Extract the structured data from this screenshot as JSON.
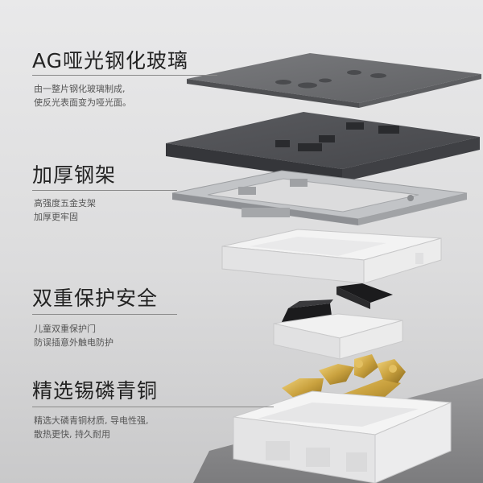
{
  "sections": [
    {
      "title": "AG哑光钢化玻璃",
      "desc": [
        "由一整片钢化玻璃制成,",
        "使反光表面变为哑光面。"
      ]
    },
    {
      "title": "加厚钢架",
      "desc": [
        "高强度五金支架",
        "加厚更牢固"
      ]
    },
    {
      "title": "双重保护安全",
      "desc": [
        "儿童双重保护门",
        "防误插意外触电防护"
      ]
    },
    {
      "title": "精选锡磷青铜",
      "desc": [
        "精选大磷青铜材质, 导电性强,",
        "散热更快, 持久耐用"
      ]
    }
  ],
  "colors": {
    "glass_panel": "#6e6f72",
    "dark_panel": "#4f5054",
    "steel_frame": "#b9bbbe",
    "plastic_white": "#f0f0f0",
    "shutter_black": "#1b1b1d",
    "copper_gold": "#c9a13e"
  }
}
